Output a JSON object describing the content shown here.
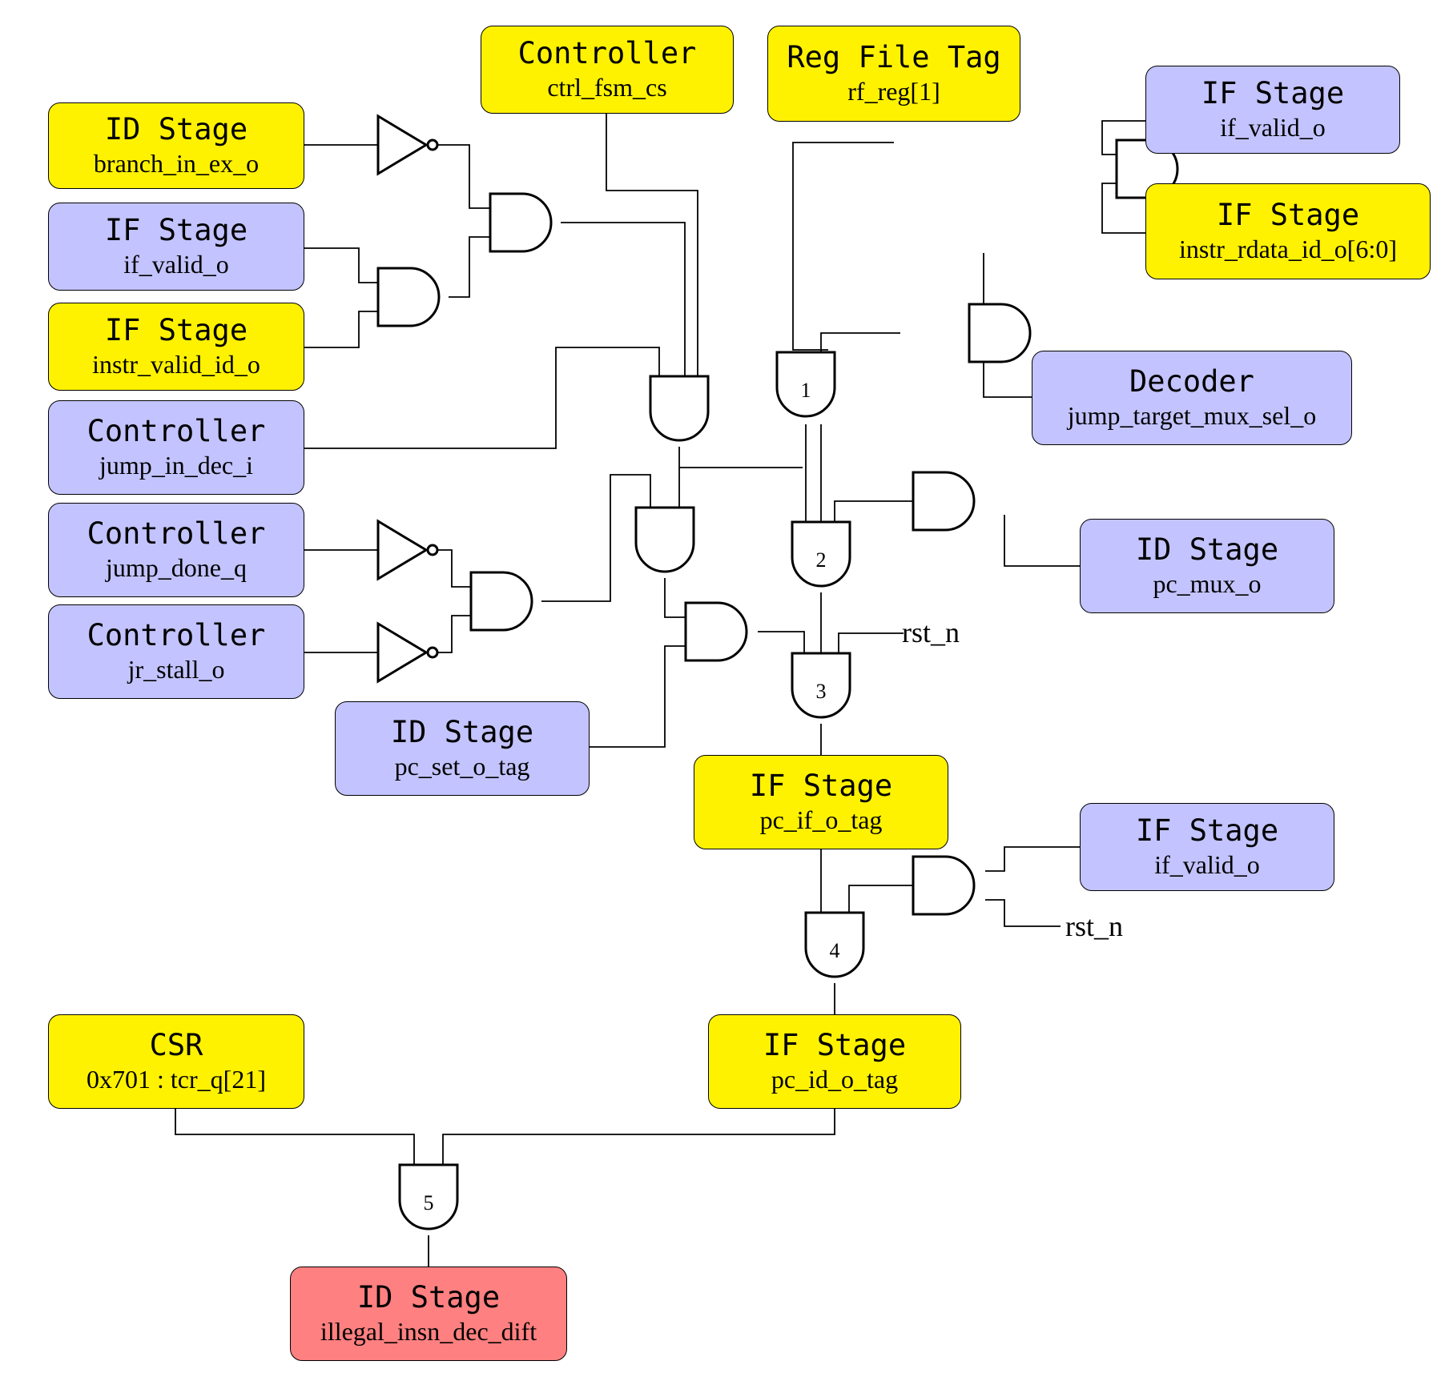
{
  "colors": {
    "tag_source": "#fff200",
    "signal_source": "#c3c3ff",
    "output": "#ff8080"
  },
  "blocks": {
    "b1": {
      "module": "Controller",
      "signal": "ctrl_fsm_cs"
    },
    "b2": {
      "module": "Reg File Tag",
      "signal": "rf_reg[1]"
    },
    "b3": {
      "module": "ID Stage",
      "signal": "branch_in_ex_o"
    },
    "b4": {
      "module": "IF Stage",
      "signal": "if_valid_o"
    },
    "b5": {
      "module": "IF Stage",
      "signal": "instr_valid_id_o"
    },
    "b6": {
      "module": "Controller",
      "signal": "jump_in_dec_i"
    },
    "b7": {
      "module": "Controller",
      "signal": "jump_done_q"
    },
    "b8": {
      "module": "Controller",
      "signal": "jr_stall_o"
    },
    "b9": {
      "module": "ID Stage",
      "signal": "pc_set_o_tag"
    },
    "b10": {
      "module": "IF Stage",
      "signal": "if_valid_o"
    },
    "b11": {
      "module": "IF Stage",
      "signal": "instr_rdata_id_o[6:0]"
    },
    "b12": {
      "module": "Decoder",
      "signal": "jump_target_mux_sel_o"
    },
    "b13": {
      "module": "ID Stage",
      "signal": "pc_mux_o"
    },
    "b14": {
      "module": "IF Stage",
      "signal": "pc_if_o_tag"
    },
    "b15": {
      "module": "IF Stage",
      "signal": "if_valid_o"
    },
    "b16": {
      "module": "CSR",
      "signal": "0x701 : tcr_q[21]"
    },
    "b17": {
      "module": "IF Stage",
      "signal": "pc_id_o_tag"
    },
    "b18": {
      "module": "ID Stage",
      "signal": "illegal_insn_dec_dift"
    }
  },
  "labels": {
    "rst_a": "rst_n",
    "rst_b": "rst_n"
  },
  "gates": {
    "g1": "1",
    "g2": "2",
    "g3": "3",
    "g4": "4",
    "g5": "5"
  }
}
